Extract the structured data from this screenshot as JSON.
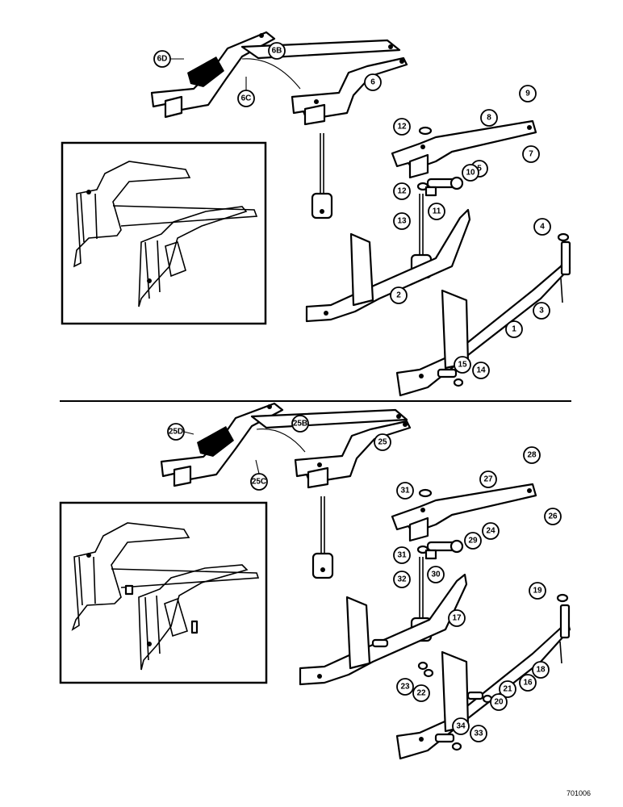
{
  "figure_code": "701006",
  "top_callouts": [
    "6D",
    "6B",
    "6C",
    "6",
    "12",
    "8",
    "9",
    "7",
    "5",
    "10",
    "12",
    "11",
    "13",
    "4",
    "2",
    "3",
    "1",
    "15",
    "14"
  ],
  "bottom_callouts": [
    "25D",
    "25B",
    "25C",
    "25",
    "28",
    "31",
    "27",
    "26",
    "24",
    "29",
    "31",
    "30",
    "32",
    "17",
    "19",
    "16",
    "18",
    "23",
    "22",
    "21",
    "20",
    "34",
    "33"
  ]
}
